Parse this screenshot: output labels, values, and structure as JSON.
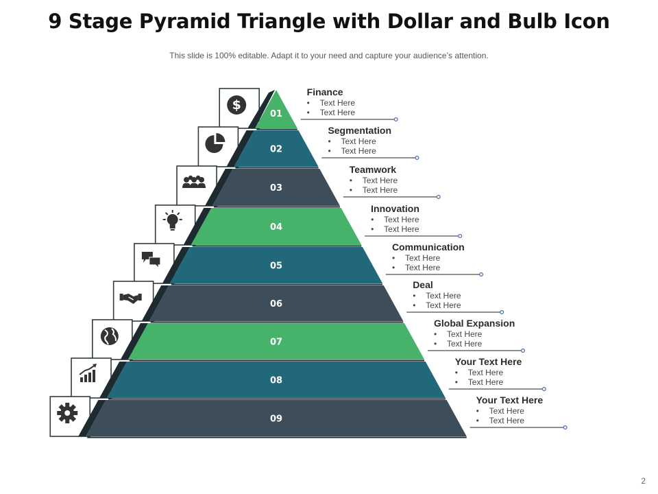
{
  "title": "9 Stage Pyramid Triangle with Dollar and Bulb Icon",
  "subtitle": "This slide is 100% editable. Adapt it to your need and capture your audience’s attention.",
  "page_number": "2",
  "colors": {
    "green": "#47b269",
    "teal": "#21697a",
    "slate": "#3d4e5a",
    "box_border": "#2f3a40",
    "leader_line": "#4a6bb0"
  },
  "stages": [
    {
      "number": "01",
      "icon": "dollar-icon",
      "color": "green",
      "title": "Finance",
      "bullets": [
        "Text Here",
        "Text Here"
      ]
    },
    {
      "number": "02",
      "icon": "pie-chart-icon",
      "color": "teal",
      "title": "Segmentation",
      "bullets": [
        "Text Here",
        "Text Here"
      ]
    },
    {
      "number": "03",
      "icon": "team-icon",
      "color": "slate",
      "title": "Teamwork",
      "bullets": [
        "Text Here",
        "Text Here"
      ]
    },
    {
      "number": "04",
      "icon": "bulb-icon",
      "color": "green",
      "title": "Innovation",
      "bullets": [
        "Text Here",
        "Text Here"
      ]
    },
    {
      "number": "05",
      "icon": "chat-icon",
      "color": "teal",
      "title": "Communication",
      "bullets": [
        "Text Here",
        "Text Here"
      ]
    },
    {
      "number": "06",
      "icon": "handshake-icon",
      "color": "slate",
      "title": "Deal",
      "bullets": [
        "Text Here",
        "Text Here"
      ]
    },
    {
      "number": "07",
      "icon": "globe-icon",
      "color": "green",
      "title": "Global Expansion",
      "bullets": [
        "Text Here",
        "Text Here"
      ]
    },
    {
      "number": "08",
      "icon": "growth-chart-icon",
      "color": "teal",
      "title": "Your Text Here",
      "bullets": [
        "Text Here",
        "Text Here"
      ]
    },
    {
      "number": "09",
      "icon": "gear-icon",
      "color": "slate",
      "title": "Your Text Here",
      "bullets": [
        "Text Here",
        "Text Here"
      ]
    }
  ]
}
